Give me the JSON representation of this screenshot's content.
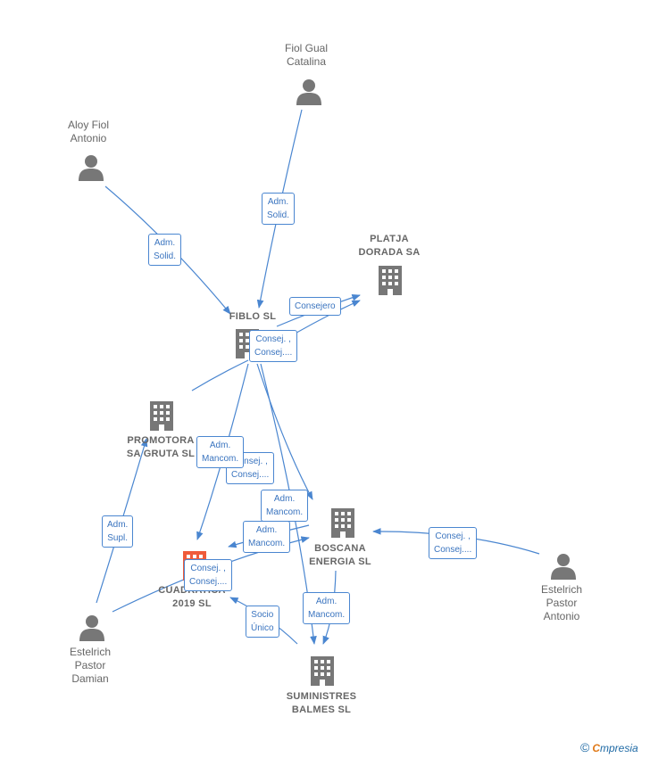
{
  "colors": {
    "edge": "#4a86d0",
    "person": "#777777",
    "company": "#777777",
    "highlight": "#ef5b3a"
  },
  "nodes": [
    {
      "id": "fiol_gual",
      "kind": "person",
      "lines": [
        "Fiol Gual",
        "Catalina"
      ]
    },
    {
      "id": "aloy_fiol",
      "kind": "person",
      "lines": [
        "Aloy Fiol",
        "Antonio"
      ]
    },
    {
      "id": "platja",
      "kind": "company",
      "lines": [
        "PLATJA",
        "DORADA SA"
      ]
    },
    {
      "id": "fiblo",
      "kind": "company",
      "lines": [
        "FIBLO SL"
      ]
    },
    {
      "id": "promotora",
      "kind": "company",
      "lines": [
        "PROMOTORA",
        "SA GRUTA SL"
      ]
    },
    {
      "id": "boscana",
      "kind": "company",
      "lines": [
        "BOSCANA",
        "ENERGIA SL"
      ]
    },
    {
      "id": "cuadratica",
      "kind": "company_highlight",
      "lines": [
        "CUADRATICA",
        "2019 SL"
      ]
    },
    {
      "id": "estelrich_antonio",
      "kind": "person",
      "lines": [
        "Estelrich",
        "Pastor",
        "Antonio"
      ]
    },
    {
      "id": "estelrich_damian",
      "kind": "person",
      "lines": [
        "Estelrich",
        "Pastor",
        "Damian"
      ]
    },
    {
      "id": "suministres",
      "kind": "company",
      "lines": [
        "SUMINISTRES",
        "BALMES SL"
      ]
    }
  ],
  "edges": [
    {
      "id": "e1",
      "lines": [
        "Adm.",
        "Solid."
      ]
    },
    {
      "id": "e2",
      "lines": [
        "Adm.",
        "Solid."
      ]
    },
    {
      "id": "e3",
      "lines": [
        "Consejero"
      ]
    },
    {
      "id": "e4",
      "lines": [
        "Consej. ,",
        "Consej...."
      ]
    },
    {
      "id": "e5",
      "lines": [
        "Adm.",
        "Mancom."
      ]
    },
    {
      "id": "e6",
      "lines": [
        "Consej. ,",
        "Consej...."
      ]
    },
    {
      "id": "e7",
      "lines": [
        "Adm.",
        "Mancom."
      ]
    },
    {
      "id": "e8",
      "lines": [
        "Adm.",
        "Mancom."
      ]
    },
    {
      "id": "e9",
      "lines": [
        "Consej. ,",
        "Consej...."
      ]
    },
    {
      "id": "e10",
      "lines": [
        "Adm.",
        "Supl."
      ]
    },
    {
      "id": "e11",
      "lines": [
        "Consej. ,",
        "Consej...."
      ]
    },
    {
      "id": "e12",
      "lines": [
        "Socio",
        "Único"
      ]
    },
    {
      "id": "e13",
      "lines": [
        "Adm.",
        "Mancom."
      ]
    }
  ],
  "footer": {
    "copyright": "©",
    "brand_initial": "C",
    "brand_rest": "mpresia"
  }
}
